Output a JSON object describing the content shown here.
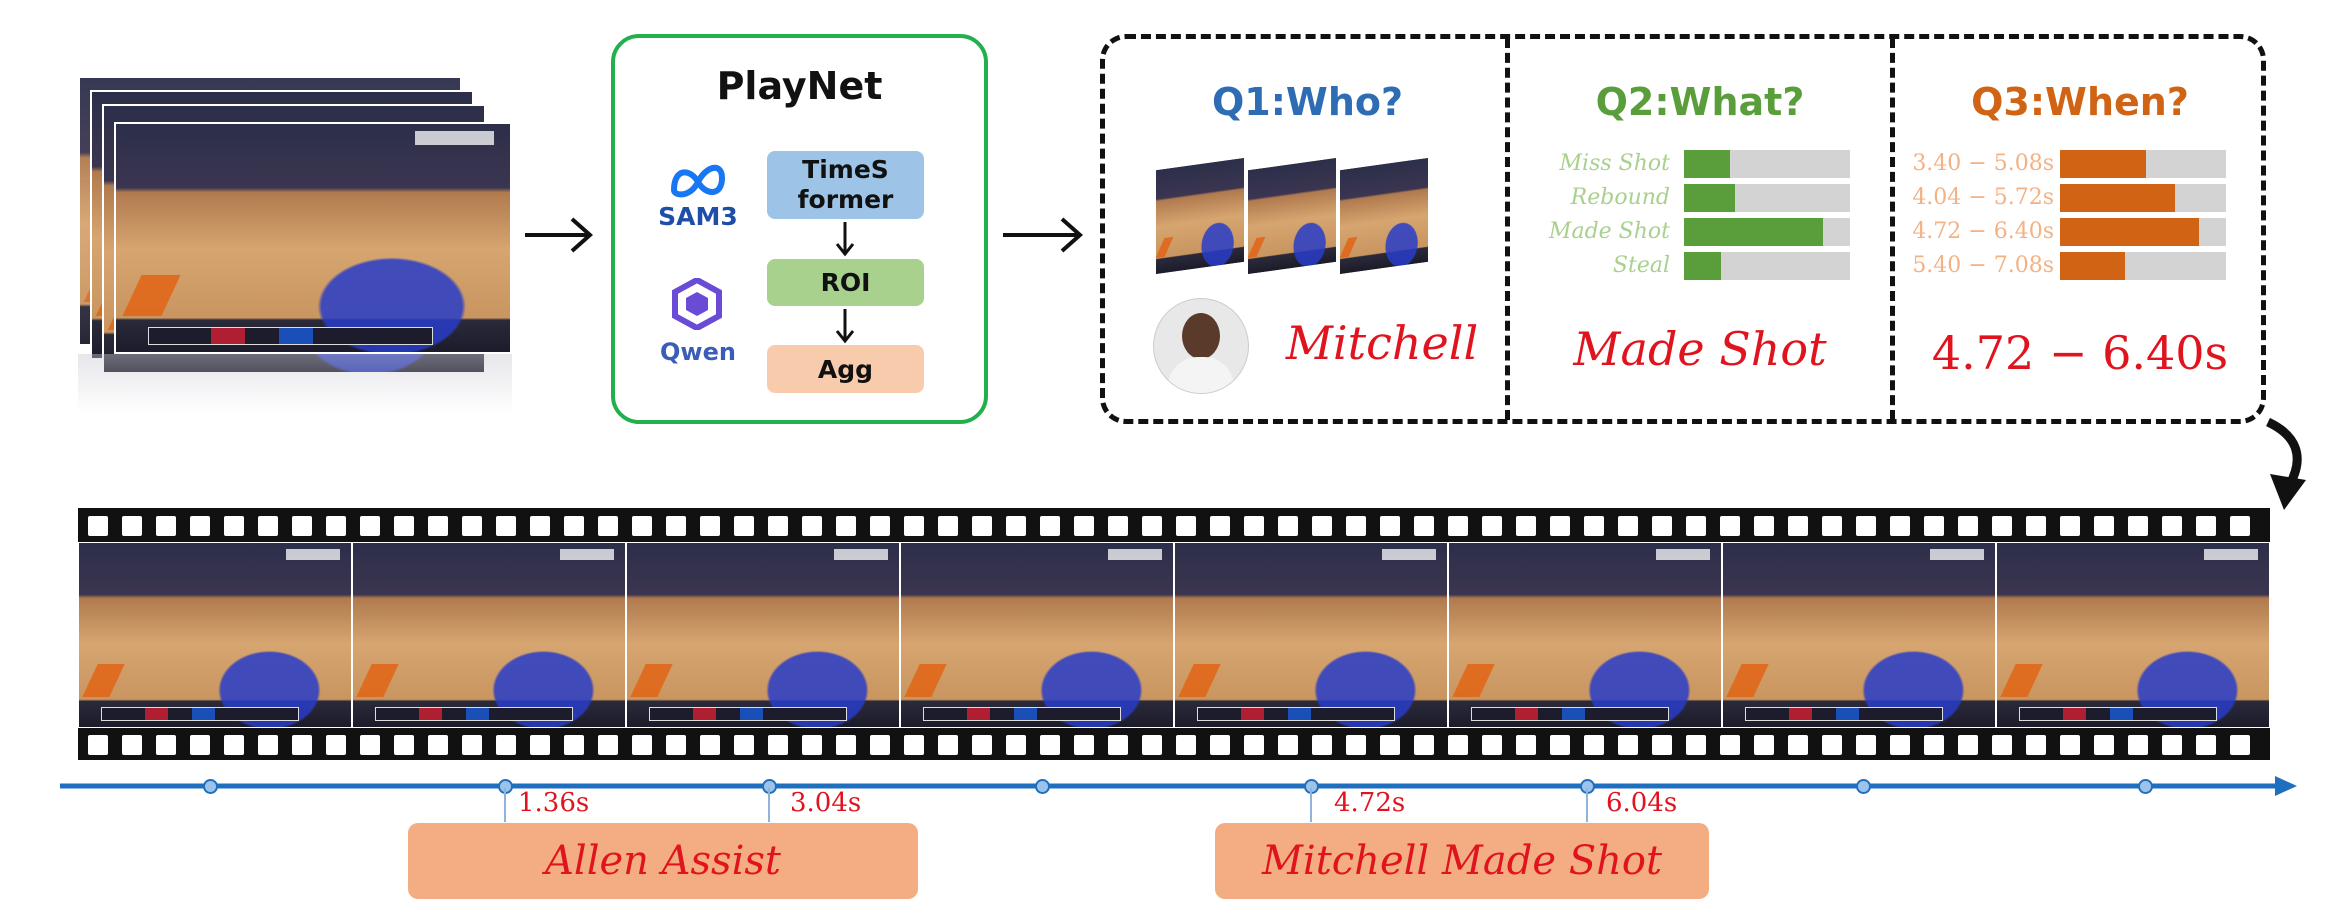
{
  "playnet": {
    "title": "PlayNet",
    "sam_label": "SAM3",
    "qwen_label": "Qwen",
    "modules": [
      "TimeS former",
      "ROI",
      "Agg"
    ]
  },
  "q1": {
    "title": "Q1:Who?",
    "answer": "Mitchell"
  },
  "q2": {
    "title": "Q2:What?",
    "answer": "Made Shot",
    "bars": [
      {
        "label": "Miss Shot",
        "value": 0.28
      },
      {
        "label": "Rebound",
        "value": 0.31
      },
      {
        "label": "Made Shot",
        "value": 0.84
      },
      {
        "label": "Steal",
        "value": 0.22
      }
    ]
  },
  "q3": {
    "title": "Q3:When?",
    "answer": "4.72 − 6.40s",
    "bars": [
      {
        "label": "3.40 − 5.08s",
        "value": 0.52
      },
      {
        "label": "4.04 − 5.72s",
        "value": 0.69
      },
      {
        "label": "4.72 − 6.40s",
        "value": 0.84
      },
      {
        "label": "5.40 − 7.08s",
        "value": 0.39
      }
    ]
  },
  "timeline": {
    "ticks": [
      "1.36s",
      "3.04s",
      "4.72s",
      "6.04s"
    ],
    "events": [
      "Allen Assist",
      "Mitchell Made Shot"
    ]
  },
  "colors": {
    "q1": "#2e6db4",
    "q2": "#5a9e3c",
    "q3": "#d06414",
    "answer": "#e0141e",
    "timeline": "#1f6fc0",
    "event_box": "#f4ad82",
    "playnet_border": "#22b04c",
    "timesformer": "#9dc3e6",
    "roi": "#a9d18e",
    "agg": "#f8cbad"
  }
}
